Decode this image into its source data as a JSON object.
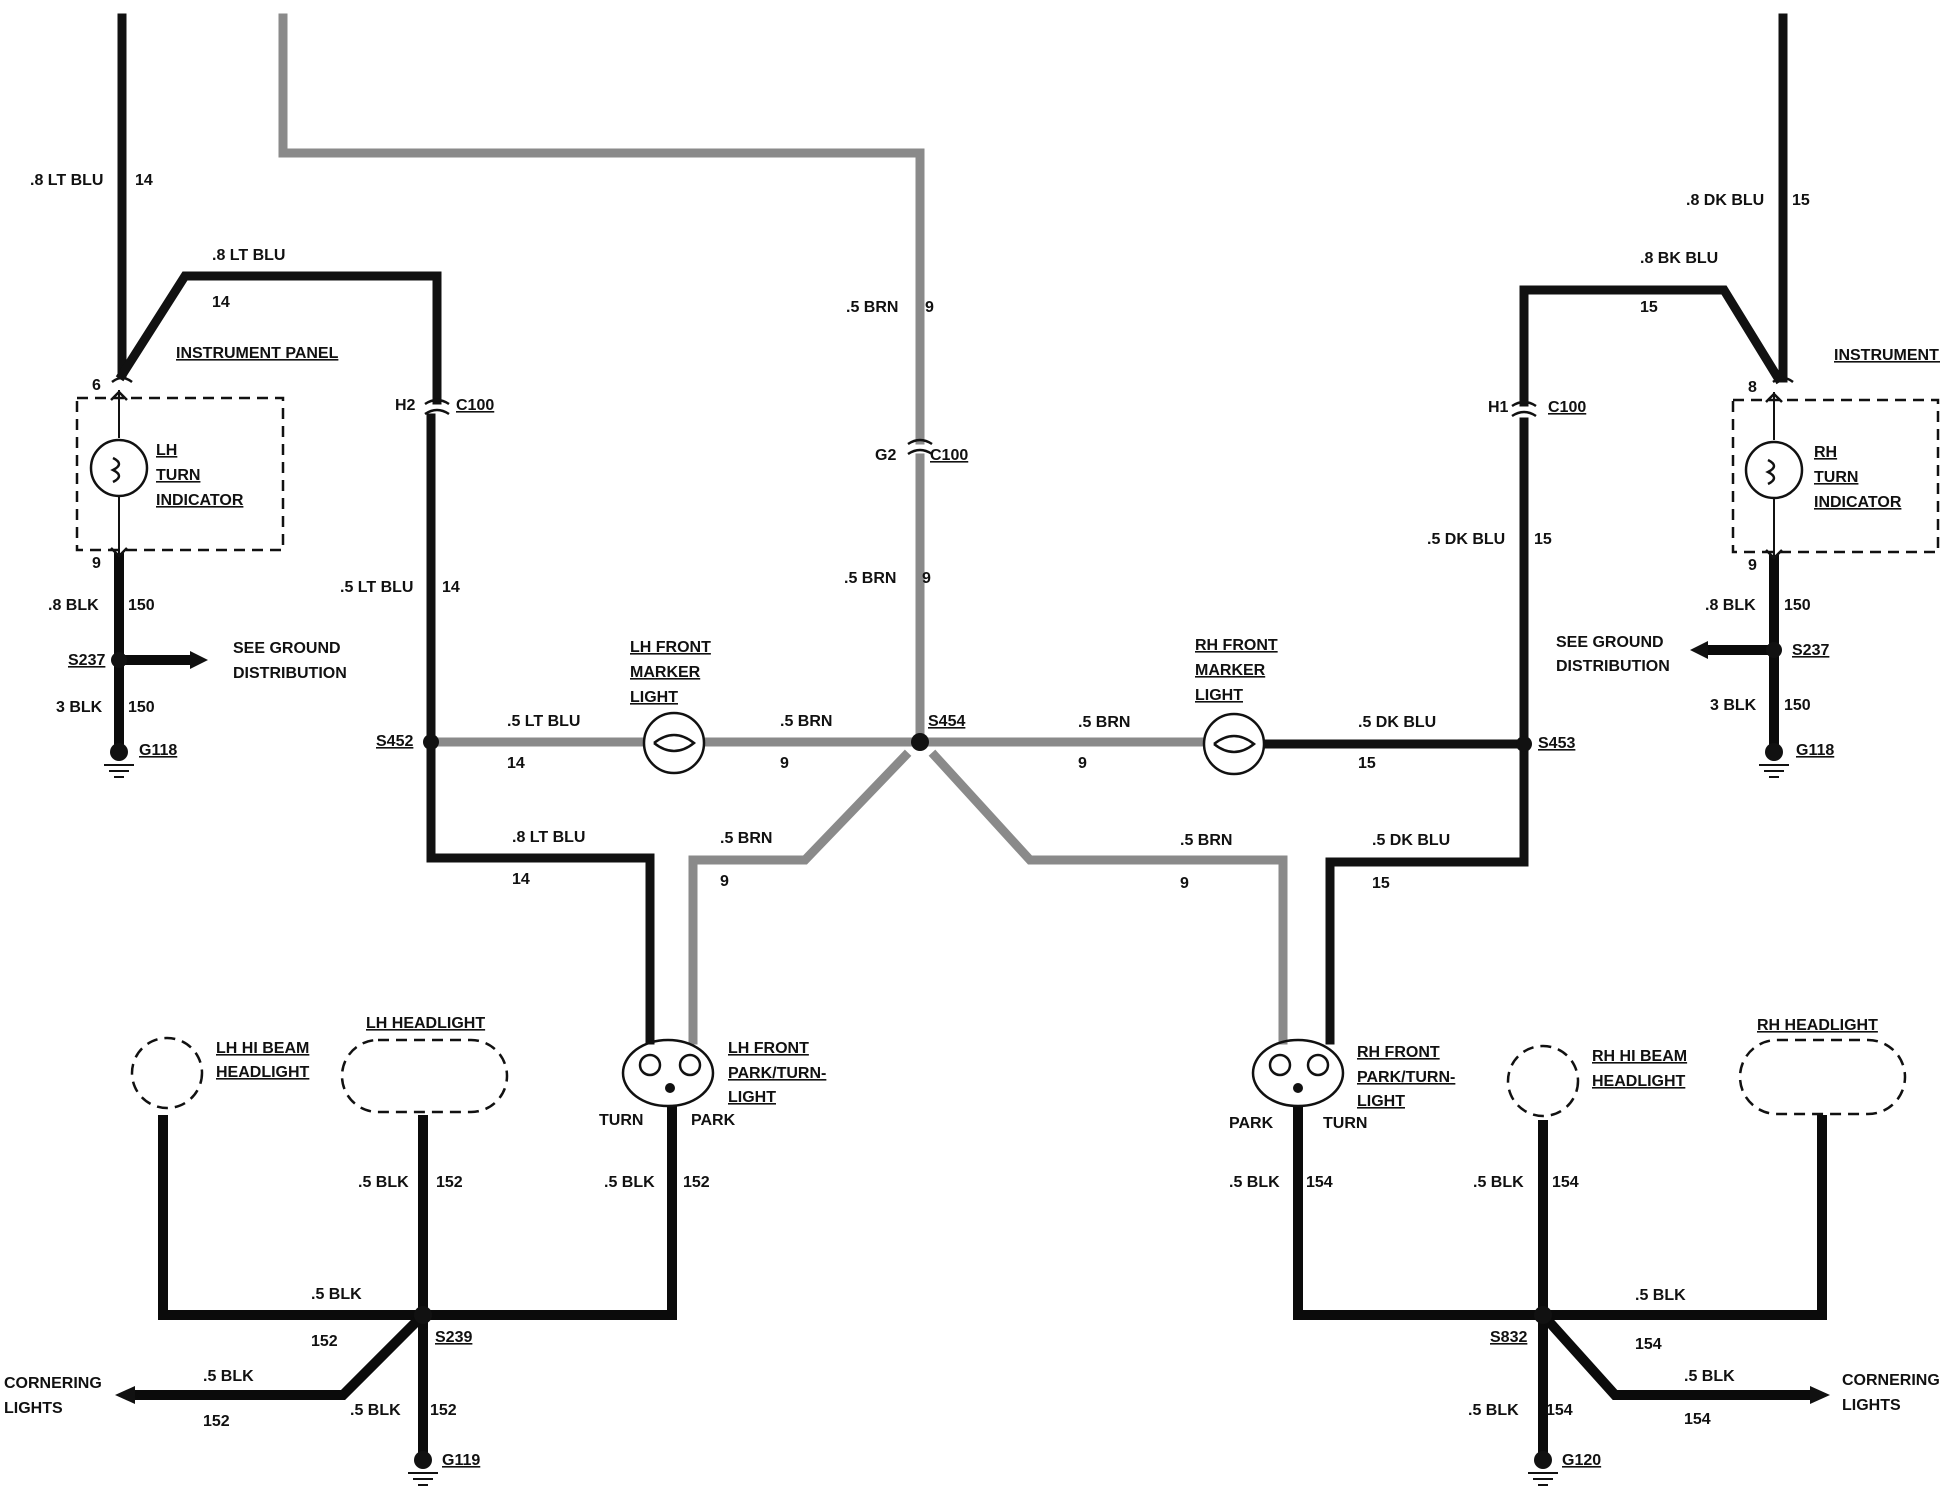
{
  "components": {
    "lh_instrument_panel": "INSTRUMENT PANEL",
    "rh_instrument_panel": "INSTRUMENT PANEL",
    "lh_turn_indicator": [
      "LH",
      "TURN",
      "INDICATOR"
    ],
    "rh_turn_indicator": [
      "RH",
      "TURN",
      "INDICATOR"
    ],
    "lh_front_marker": [
      "LH FRONT",
      "MARKER",
      "LIGHT"
    ],
    "rh_front_marker": [
      "RH FRONT",
      "MARKER",
      "LIGHT"
    ],
    "lh_front_park_turn": [
      "LH FRONT",
      "PARK/TURN-",
      "LIGHT"
    ],
    "rh_front_park_turn": [
      "RH FRONT",
      "PARK/TURN-",
      "LIGHT"
    ],
    "lh_hi_beam": [
      "LH HI BEAM",
      "HEADLIGHT"
    ],
    "rh_hi_beam": [
      "RH HI BEAM",
      "HEADLIGHT"
    ],
    "lh_headlight": "LH HEADLIGHT",
    "rh_headlight": "RH HEADLIGHT",
    "see_ground_left": [
      "SEE GROUND",
      "DISTRIBUTION"
    ],
    "see_ground_right": [
      "SEE GROUND",
      "DISTRIBUTION"
    ],
    "cornering_left": [
      "CORNERING",
      "LIGHTS"
    ],
    "cornering_right": [
      "CORNERING",
      "LIGHTS"
    ],
    "turn": "TURN",
    "park": "PARK"
  },
  "splices": {
    "s237_left": "S237",
    "s237_right": "S237",
    "s452": "S452",
    "s453": "S453",
    "s454": "S454",
    "s239": "S239",
    "s832": "S832"
  },
  "grounds": {
    "g118_left": "G118",
    "g118_right": "G118",
    "g119": "G119",
    "g120": "G120"
  },
  "connectors": {
    "c100": "C100",
    "h2": "H2",
    "h1": "H1",
    "g2": "G2",
    "pin6": "6",
    "pin8": "8",
    "pin9": "9"
  },
  "wires": {
    "lt_blu_08": ".8 LT BLU",
    "lt_blu_05": ".5 LT BLU",
    "dk_blu_08": ".8 DK BLU",
    "bk_blu_08": ".8 BK BLU",
    "dk_blu_05": ".5 DK BLU",
    "dk_blu_05b": ".5 DK BLU",
    "dk_blu_05c": ".5 DK BLU",
    "brn_05": ".5 BRN",
    "blk_08": ".8 BLK",
    "blk_3": "3 BLK",
    "blk_05": ".5 BLK",
    "c14": "14",
    "c15": "15",
    "c9": "9",
    "c150": "150",
    "c152": "152",
    "c154": "154"
  },
  "colors": {
    "black_wire": "#0b0b0b",
    "brown_wire": "#8a8a8a"
  }
}
